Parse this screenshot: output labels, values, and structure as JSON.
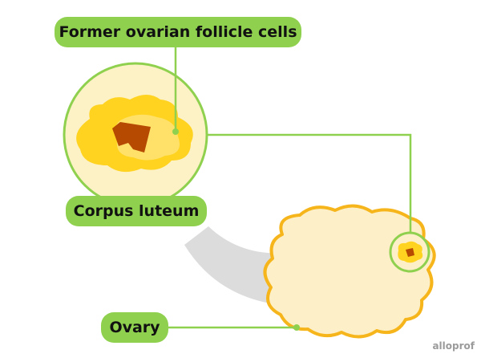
{
  "labels": {
    "follicle_cells": "Former ovarian follicle cells",
    "corpus_luteum": "Corpus luteum",
    "ovary": "Ovary"
  },
  "brand": "alloprof",
  "colors": {
    "label_green": "#8fd14f",
    "line_green": "#8fd14f",
    "ovary_fill": "#fdefc7",
    "ovary_outline": "#f6b51b",
    "corpus_yellow": "#ffd31f",
    "corpus_light": "#ffe27a",
    "corpus_center": "#b54a00",
    "shadow_gray": "#d9d9d9"
  }
}
